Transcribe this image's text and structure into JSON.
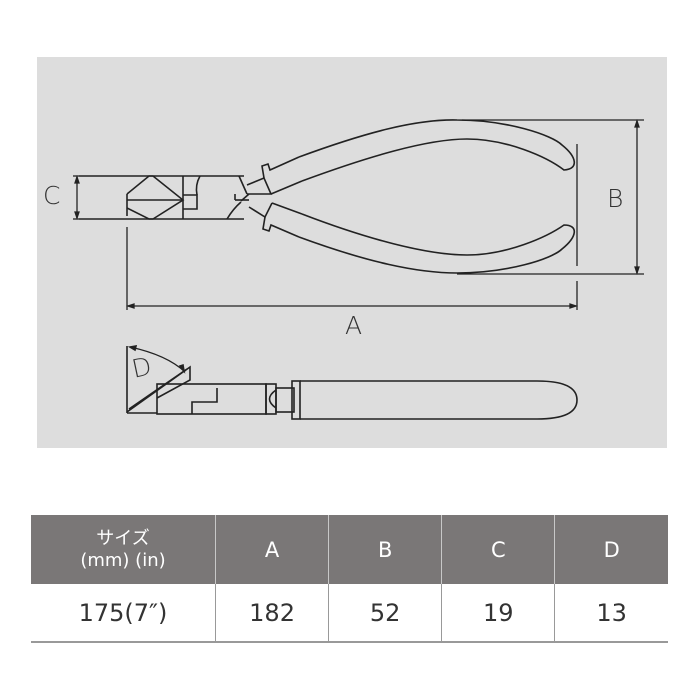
{
  "diagram": {
    "title": "Plier dimension drawing",
    "labels": {
      "A": "A",
      "B": "B",
      "C": "C",
      "D": "D"
    },
    "background_color": "#dddddd",
    "line_color": "#222222"
  },
  "table": {
    "header_color": "#7a7777",
    "headers": {
      "size_line1": "サイズ",
      "size_line2": "(mm) (in)",
      "A": "A",
      "B": "B",
      "C": "C",
      "D": "D"
    },
    "rows": [
      {
        "size": "175(7″)",
        "A": "182",
        "B": "52",
        "C": "19",
        "D": "13"
      }
    ]
  }
}
